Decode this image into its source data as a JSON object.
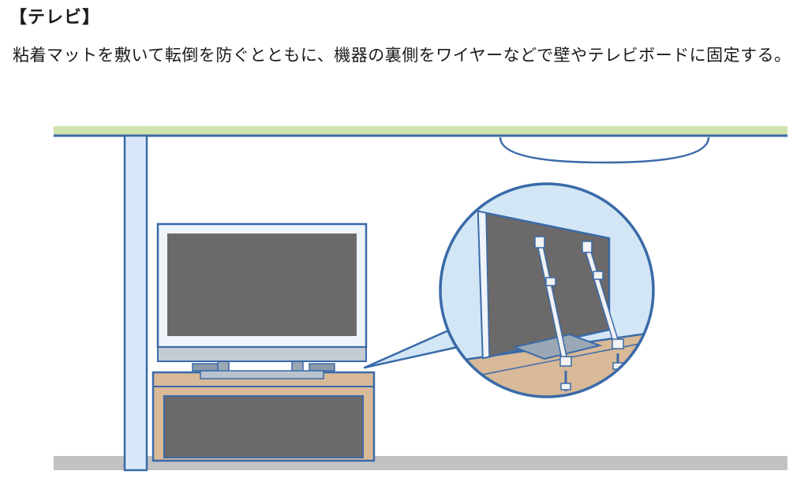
{
  "section": {
    "title": "【テレビ】",
    "description": "粘着マットを敷いて転倒を防ぐとともに、機器の裏側をワイヤーなどで壁やテレビボードに固定する。"
  },
  "illustration": {
    "subject": "tv-fixed-to-stand-with-straps",
    "colors": {
      "ceiling": "#cfe3ad",
      "outline": "#3a6aa8",
      "wall_column": "#d8e8f8",
      "floor": "#c2c2c2",
      "furniture_wood": "#d8b998",
      "screen": "#6b6969",
      "tv_frame": "#eef4fa",
      "detail_background": "#d2e6f6",
      "strap": "#f2f2f2"
    }
  }
}
